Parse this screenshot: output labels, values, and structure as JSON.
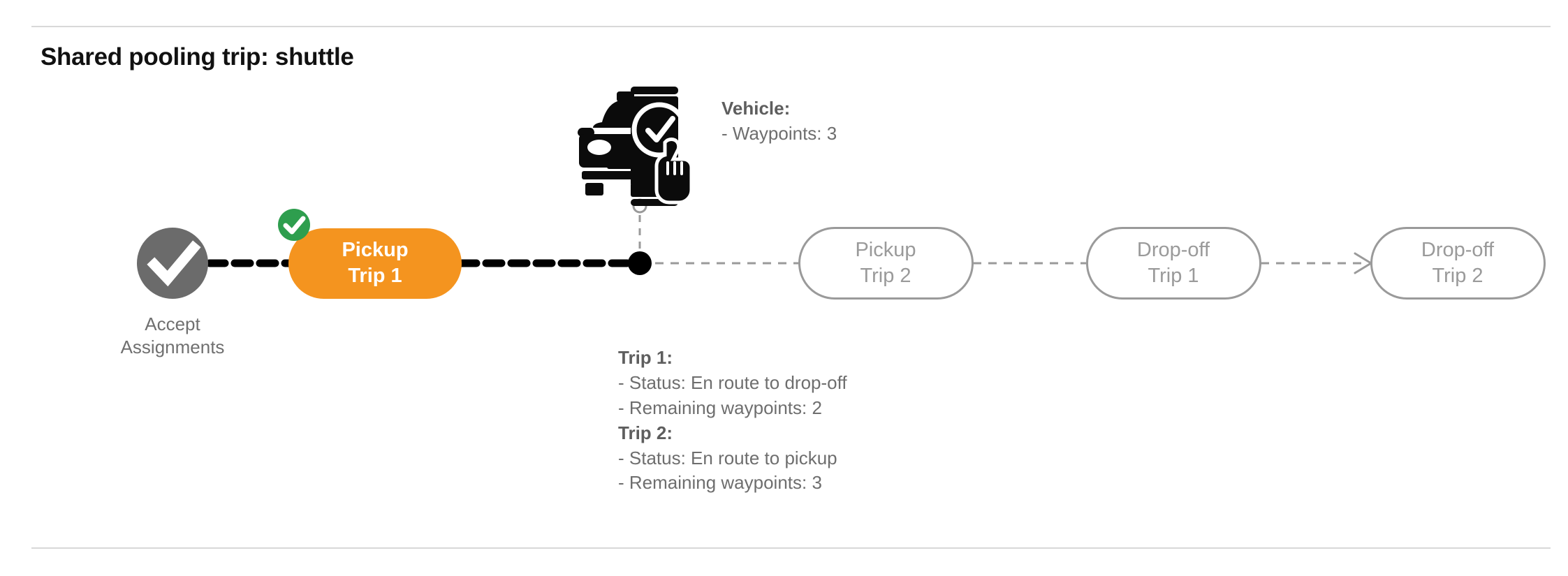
{
  "page": {
    "title": "Shared pooling trip: shuttle",
    "background": "#ffffff",
    "divider_color": "#d8d8d8"
  },
  "colors": {
    "accent_orange": "#f4941f",
    "badge_green": "#2e9e4e",
    "start_gray": "#6b6b6b",
    "node_outline_gray": "#9a9a9a",
    "node_text_gray": "#9a9a9a",
    "annotation_gray": "#6e6e6e",
    "active_path_black": "#000000",
    "future_path_gray": "#9a9a9a"
  },
  "flow": {
    "start_node": {
      "name": "accept-assignments",
      "icon": "check-circle-icon",
      "caption": "Accept\nAssignments",
      "state": "completed"
    },
    "nodes": [
      {
        "id": "pickup-trip-1",
        "label": "Pickup\nTrip 1",
        "state": "completed",
        "style": "filled-orange",
        "badge": {
          "icon": "check-badge-icon",
          "color": "#2e9e4e",
          "visible": true
        }
      },
      {
        "id": "pickup-trip-2",
        "label": "Pickup\nTrip 2",
        "state": "upcoming",
        "style": "outlined-gray",
        "badge": {
          "visible": false
        }
      },
      {
        "id": "drop-off-trip-1",
        "label": "Drop-off\nTrip 1",
        "state": "upcoming",
        "style": "outlined-gray",
        "badge": {
          "visible": false
        }
      },
      {
        "id": "drop-off-trip-2",
        "label": "Drop-off\nTrip 2",
        "state": "upcoming",
        "style": "outlined-gray",
        "badge": {
          "visible": false
        }
      }
    ],
    "current_position_marker": {
      "name": "vehicle-position-dot",
      "shape": "filled-dot",
      "color": "#000000"
    },
    "connector_styles": {
      "completed": "thick-black-dashed",
      "upcoming": "thin-gray-dashed",
      "final": "thin-gray-dashed-arrow"
    }
  },
  "vehicle": {
    "icon": "vehicle-check-phone-icon",
    "anchor_marker": "hollow-circle-icon",
    "heading": "Vehicle",
    "heading_suffix": ":",
    "details": [
      "- Waypoints: 3"
    ]
  },
  "trip_details": [
    {
      "heading": "Trip 1",
      "heading_suffix": ":",
      "lines": [
        "- Status:  En route to drop-off",
        "- Remaining waypoints: 2"
      ]
    },
    {
      "heading": "Trip 2",
      "heading_suffix": ":",
      "lines": [
        "- Status:  En route to pickup",
        "- Remaining waypoints: 3"
      ]
    }
  ]
}
